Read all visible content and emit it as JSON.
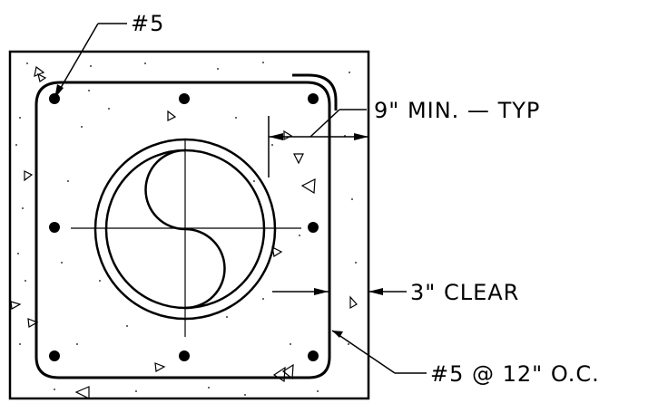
{
  "labels": {
    "top_bar": "#5",
    "cover": "9\"  MIN.  —  TYP",
    "clear": "3\"  CLEAR",
    "tie": "#5  @  12\"  O.C."
  },
  "colors": {
    "ink": "#000000",
    "paper": "#ffffff"
  }
}
